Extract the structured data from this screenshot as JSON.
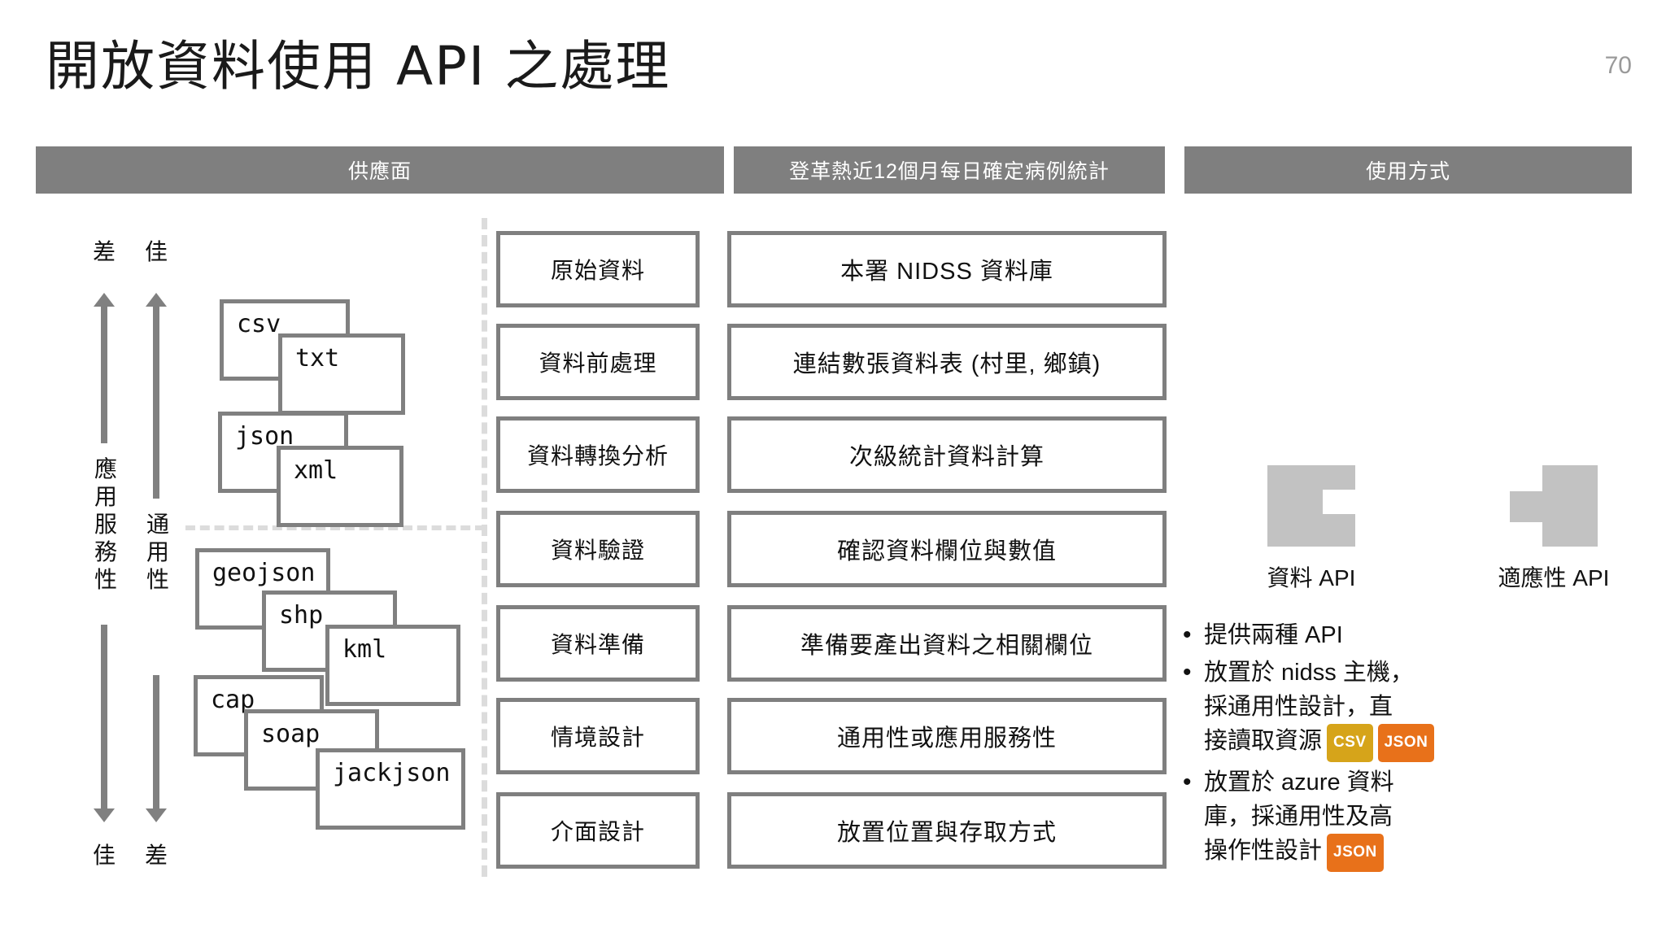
{
  "slide": {
    "title": "開放資料使用 API 之處理",
    "page_number": "70",
    "bar_color": "#7f7f7f",
    "box_border_color": "#7f7f7f",
    "dashed_color": "#dcdcdc"
  },
  "headers": {
    "supply": "供應面",
    "case": "登革熱近12個月每日確定病例統計",
    "usage": "使用方式"
  },
  "axes": {
    "top_left": "差",
    "top_right": "佳",
    "bottom_left": "佳",
    "bottom_right": "差",
    "left_name": "應用服務性",
    "right_name": "通用性"
  },
  "formats": {
    "group_top": [
      {
        "label": "csv"
      },
      {
        "label": "txt"
      },
      {
        "label": "json"
      },
      {
        "label": "xml"
      }
    ],
    "group_bottom": [
      {
        "label": "geojson"
      },
      {
        "label": "shp"
      },
      {
        "label": "kml"
      },
      {
        "label": "cap"
      },
      {
        "label": "soap"
      },
      {
        "label": "jackjson"
      }
    ]
  },
  "steps": [
    {
      "stage": "原始資料",
      "detail": "本署 NIDSS 資料庫"
    },
    {
      "stage": "資料前處理",
      "detail": "連結數張資料表 (村里, 鄉鎮)"
    },
    {
      "stage": "資料轉換分析",
      "detail": "次級統計資料計算"
    },
    {
      "stage": "資料驗證",
      "detail": "確認資料欄位與數值"
    },
    {
      "stage": "資料準備",
      "detail": "準備要產出資料之相關欄位"
    },
    {
      "stage": "情境設計",
      "detail": "通用性或應用服務性"
    },
    {
      "stage": "介面設計",
      "detail": "放置位置與存取方式"
    }
  ],
  "apis": [
    {
      "name": "data-api",
      "caption": "資料 API",
      "icon": "puzzle-socket-icon",
      "color": "#c2c2c2"
    },
    {
      "name": "adaptive-api",
      "caption": "適應性 API",
      "icon": "puzzle-tab-icon",
      "color": "#c2c2c2"
    }
  ],
  "bullets": [
    {
      "marker": "•",
      "lines": [
        "提供兩種 API"
      ],
      "badges": []
    },
    {
      "marker": "•",
      "lines": [
        "放置於 nidss 主機，",
        "採通用性設計，直",
        "接讀取資源"
      ],
      "badges": [
        {
          "label": "CSV",
          "color": "#d6a41a"
        },
        {
          "label": "JSON",
          "color": "#e8711a"
        }
      ]
    },
    {
      "marker": "•",
      "lines": [
        "放置於 azure 資料",
        "庫，採通用性及高",
        "操作性設計"
      ],
      "badges": [
        {
          "label": "JSON",
          "color": "#e8711a"
        }
      ]
    }
  ]
}
